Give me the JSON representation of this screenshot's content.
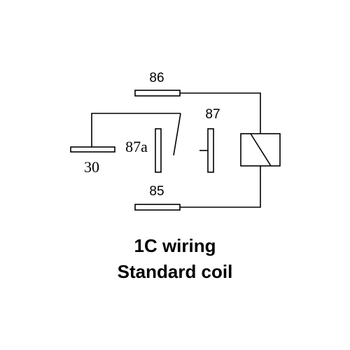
{
  "diagram": {
    "title": "1C wiring",
    "subtitle": "Standard coil",
    "terminals": {
      "t86": "86",
      "t87": "87",
      "t87a": "87a",
      "t30": "30",
      "t85": "85"
    }
  },
  "colors": {
    "line": "#000000",
    "background": "#ffffff"
  }
}
